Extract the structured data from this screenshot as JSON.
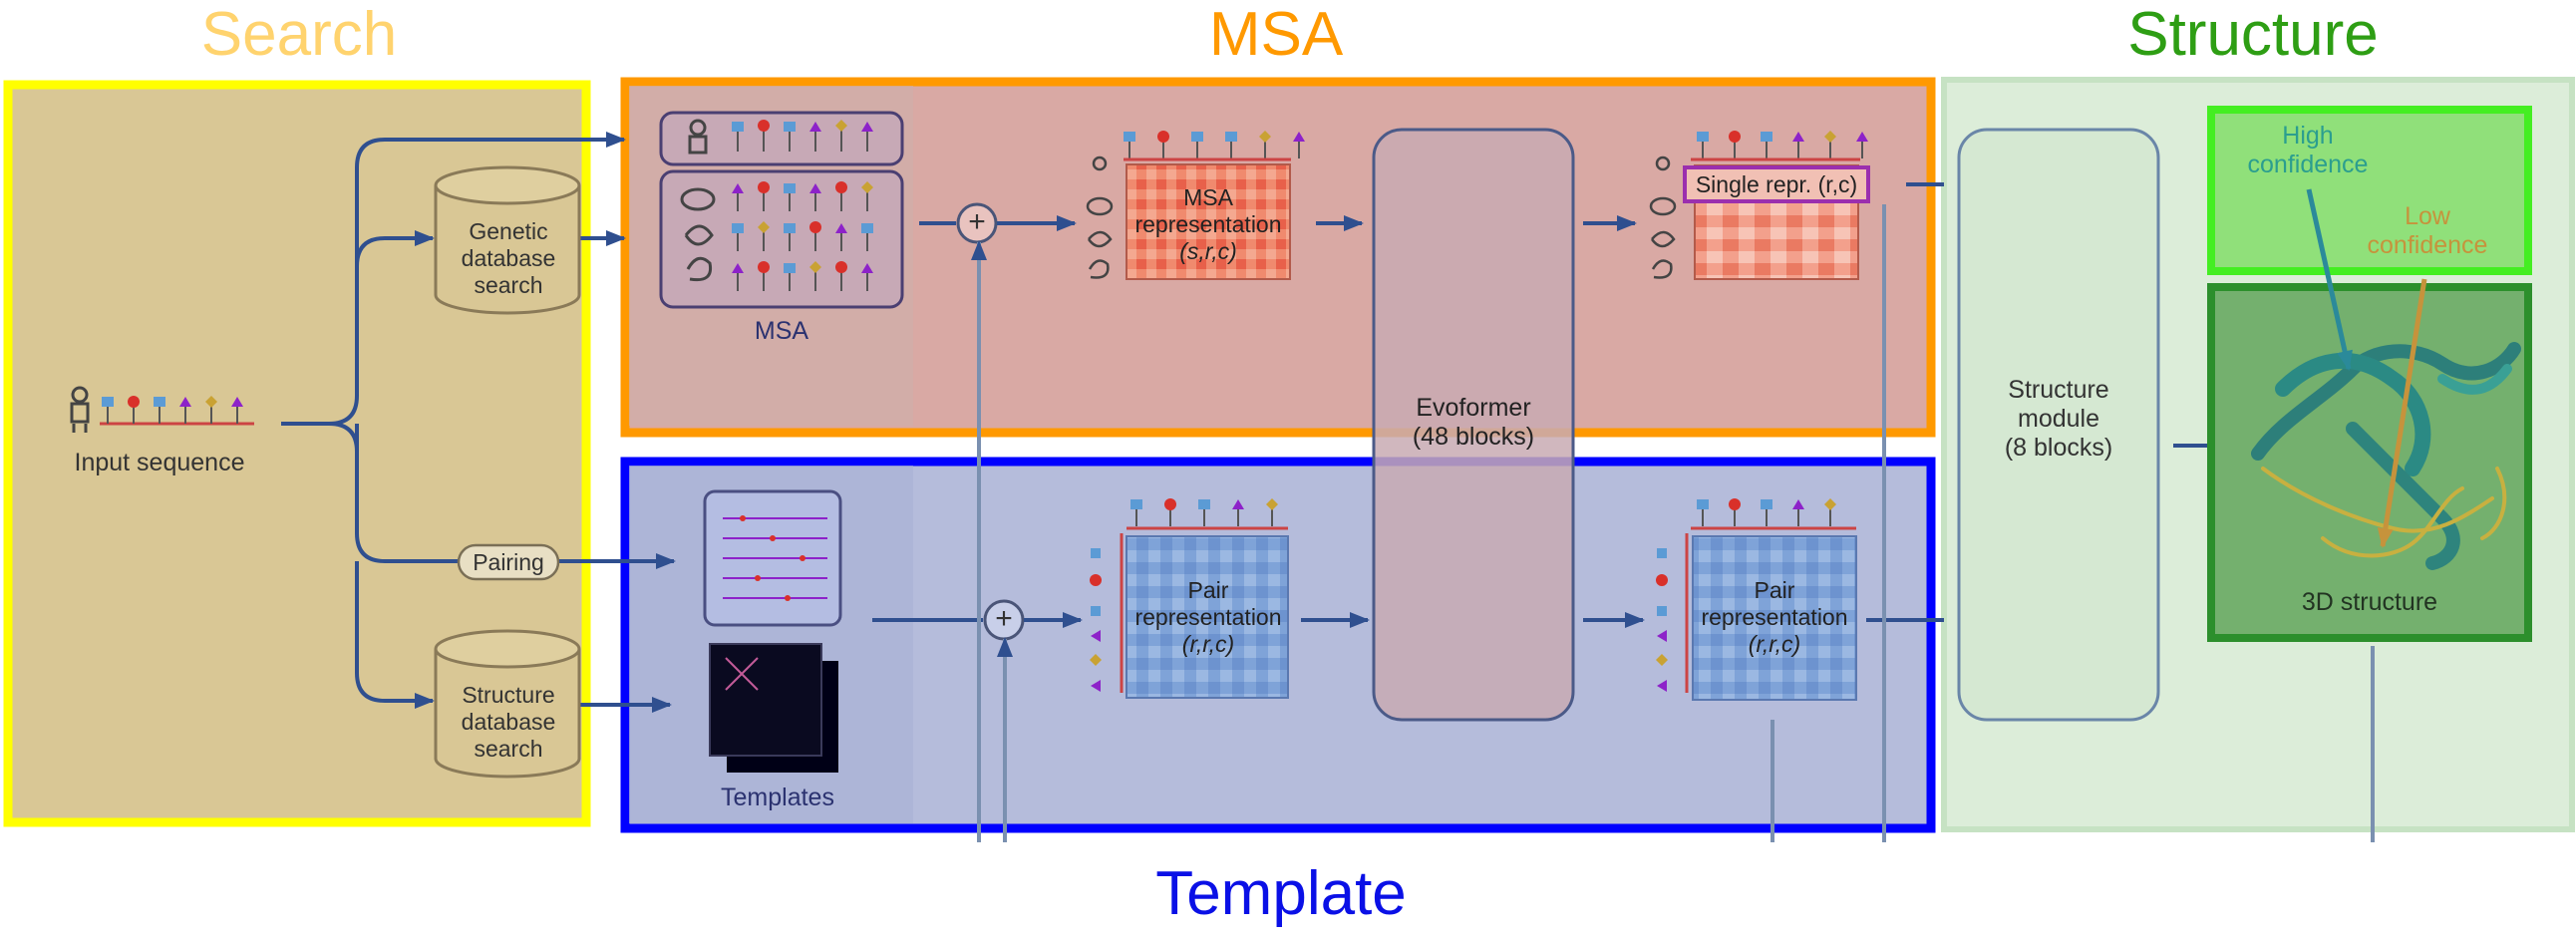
{
  "sections": {
    "search": "Search",
    "msa": "MSA",
    "structure": "Structure",
    "template": "Template"
  },
  "labels": {
    "input_sequence": "Input sequence",
    "genetic_db": [
      "Genetic",
      "database",
      "search"
    ],
    "pairing": "Pairing",
    "structure_db": [
      "Structure",
      "database",
      "search"
    ],
    "msa": "MSA",
    "templates": "Templates",
    "msa_repr": [
      "MSA",
      "representation",
      "(s,r,c)"
    ],
    "evoformer": [
      "Evoformer",
      "(48 blocks)"
    ],
    "single_repr": "Single repr. (r,c)",
    "pair_repr_1": [
      "Pair",
      "representation",
      "(r,r,c)"
    ],
    "pair_repr_2": [
      "Pair",
      "representation",
      "(r,r,c)"
    ],
    "structure_module": [
      "Structure",
      "module",
      "(8 blocks)"
    ],
    "high_conf": [
      "High",
      "confidence"
    ],
    "low_conf": [
      "Low",
      "confidence"
    ],
    "structure_3d": "3D structure",
    "plus": "+"
  },
  "colors": {
    "search_box": "#ffff00",
    "msa_box": "#ff9900",
    "template_box": "#0000ff",
    "structure_heading": "#2e9e14",
    "high_conf_box": "#44ee22",
    "struct_box": "#2c8f2c",
    "arrow": "#2f4f8f"
  }
}
